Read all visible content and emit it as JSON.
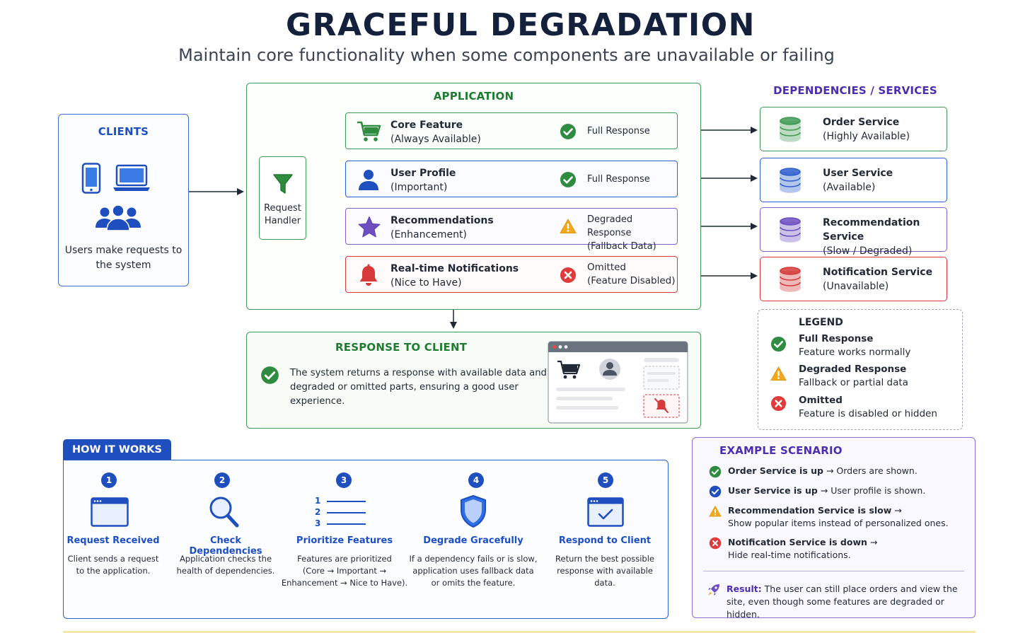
{
  "title": "GRACEFUL DEGRADATION",
  "subtitle": "Maintain core functionality when some components are unavailable or failing",
  "clients": {
    "title": "CLIENTS",
    "description": "Users make requests to the system"
  },
  "application": {
    "title": "APPLICATION",
    "handler_line1": "Request",
    "handler_line2": "Handler",
    "features": [
      {
        "name": "Core Feature",
        "tag": "(Always Available)",
        "response": "Full Response",
        "response_note": "",
        "status": "full",
        "icon": "cart-icon"
      },
      {
        "name": "User Profile",
        "tag": "(Important)",
        "response": "Full Response",
        "response_note": "",
        "status": "full",
        "icon": "user-icon"
      },
      {
        "name": "Recommendations",
        "tag": "(Enhancement)",
        "response": "Degraded Response",
        "response_note": "(Fallback Data)",
        "status": "degraded",
        "icon": "star-icon"
      },
      {
        "name": "Real-time Notifications",
        "tag": "(Nice to Have)",
        "response": "Omitted",
        "response_note": "(Feature Disabled)",
        "status": "omitted",
        "icon": "bell-icon"
      }
    ]
  },
  "dependencies": {
    "title": "DEPENDENCIES / SERVICES",
    "services": [
      {
        "name": "Order Service",
        "status": "(Highly Available)",
        "color": "#3f9a53"
      },
      {
        "name": "User Service",
        "status": "(Available)",
        "color": "#2e5fce"
      },
      {
        "name": "Recommendation Service",
        "status": "(Slow / Degraded)",
        "color": "#6d4fc2"
      },
      {
        "name": "Notification Service",
        "status": "(Unavailable)",
        "color": "#d63a3a"
      }
    ]
  },
  "response": {
    "title": "RESPONSE TO CLIENT",
    "text": "The system returns a response with available data and degraded or omitted parts, ensuring a good user experience."
  },
  "legend": {
    "title": "LEGEND",
    "items": [
      {
        "label": "Full Response",
        "desc": "Feature works normally",
        "status": "full"
      },
      {
        "label": "Degraded Response",
        "desc": "Fallback or partial data",
        "status": "degraded"
      },
      {
        "label": "Omitted",
        "desc": "Feature is disabled or hidden",
        "status": "omitted"
      }
    ]
  },
  "how_it_works": {
    "title": "HOW IT WORKS",
    "steps": [
      {
        "num": "1",
        "title": "Request Received",
        "desc": [
          "Client sends a request",
          "to the application."
        ]
      },
      {
        "num": "2",
        "title": "Check Dependencies",
        "desc": [
          "Application checks the",
          "health of dependencies."
        ]
      },
      {
        "num": "3",
        "title": "Prioritize Features",
        "desc": [
          "Features are prioritized",
          "(Core → Important →",
          "Enhancement → Nice to Have)."
        ],
        "list_marks": [
          "1",
          "2",
          "3"
        ]
      },
      {
        "num": "4",
        "title": "Degrade Gracefully",
        "desc": [
          "If a dependency fails or is slow,",
          "application uses fallback data",
          "or omits the feature."
        ]
      },
      {
        "num": "5",
        "title": "Respond to Client",
        "desc": [
          "Return the best possible",
          "response with available",
          "data."
        ]
      }
    ]
  },
  "example": {
    "title": "EXAMPLE SCENARIO",
    "items": [
      {
        "bold": "Order Service is up",
        "rest": " → Orders are shown.",
        "line2": "",
        "status": "full"
      },
      {
        "bold": "User Service is up",
        "rest": " → User profile is shown.",
        "line2": "",
        "status": "user"
      },
      {
        "bold": "Recommendation Service is slow",
        "rest": " →",
        "line2": "Show popular items instead of personalized ones.",
        "status": "degraded"
      },
      {
        "bold": "Notification Service is down",
        "rest": " →",
        "line2": "Hide real-time notifications.",
        "status": "omitted"
      }
    ],
    "result_label": "Result:",
    "result_text": " The user can still place orders and view the site, even though some features are degraded or hidden."
  },
  "colors": {
    "green": "#2e8b40",
    "blue": "#1f4fbf",
    "purple": "#6d4fc2",
    "red": "#d63a3a",
    "amber": "#f0a81c"
  }
}
